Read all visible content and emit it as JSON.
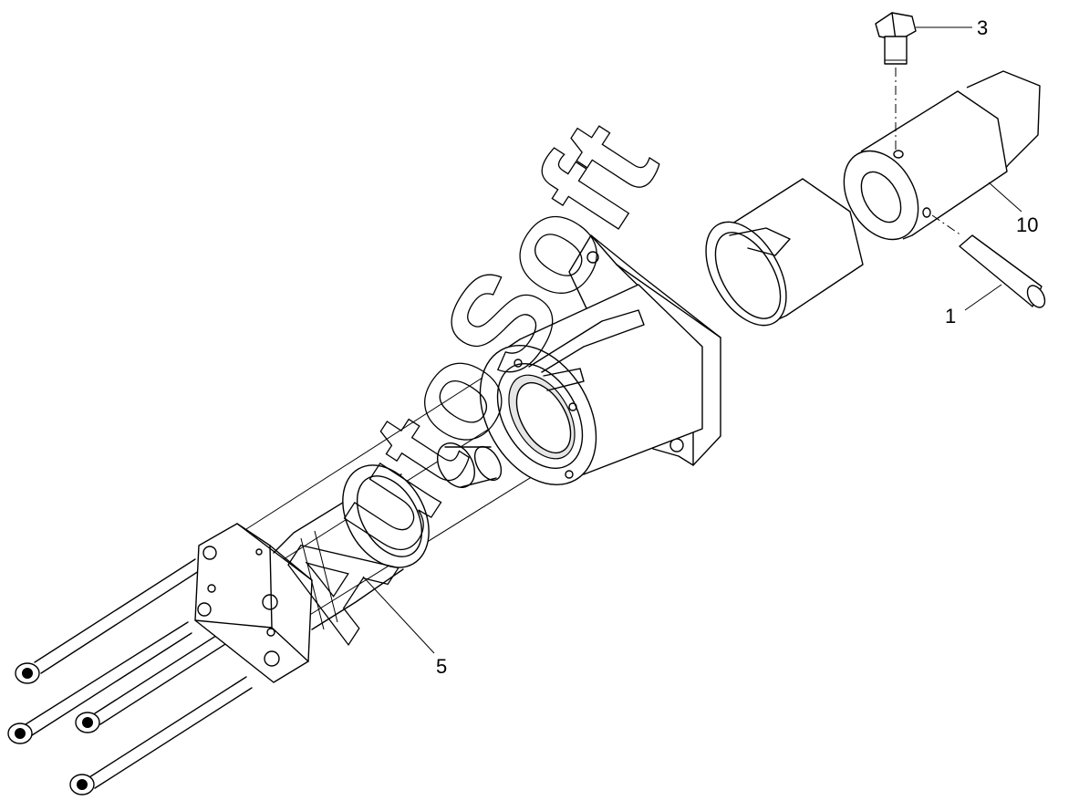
{
  "callouts": [
    {
      "id": "bolt",
      "label": "3"
    },
    {
      "id": "shaft",
      "label": "10"
    },
    {
      "id": "pin",
      "label": "1"
    },
    {
      "id": "sleeve",
      "label": "5"
    }
  ],
  "watermark": "AutoSoft",
  "colors": {
    "line": "#000000",
    "background": "#ffffff"
  }
}
